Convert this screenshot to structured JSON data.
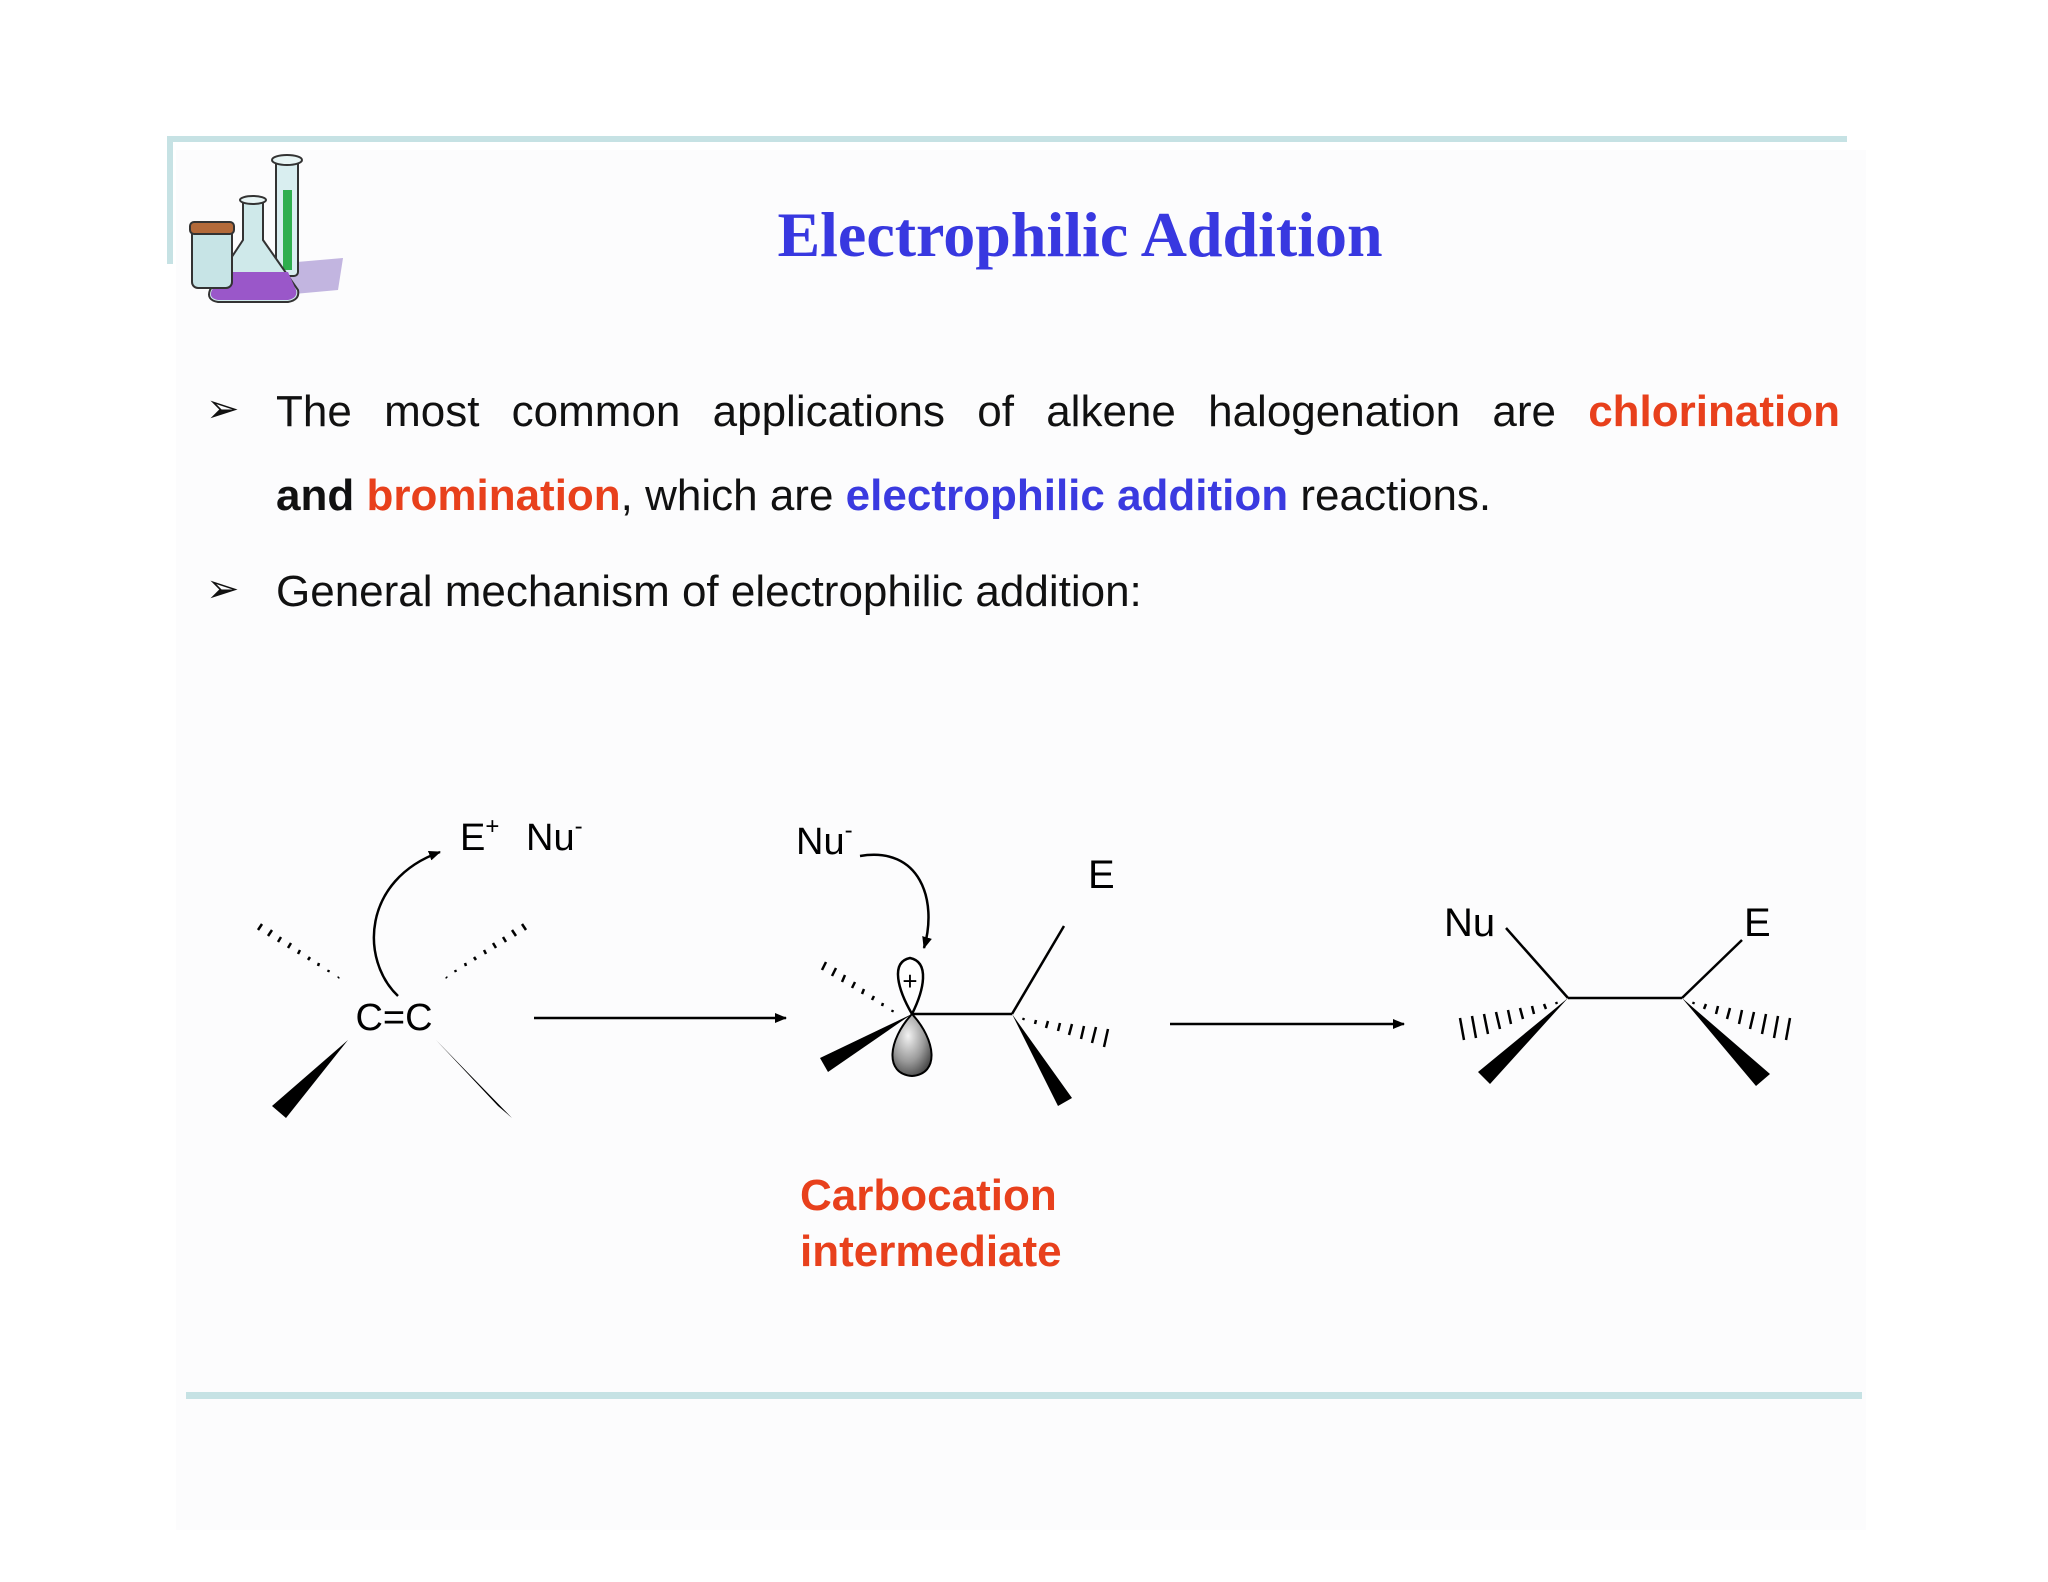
{
  "title": "Electrophilic Addition",
  "bullets": [
    {
      "line1": "The most common applications of alkene halogenation are",
      "line1_highlight": "chlorination",
      "line2_and": "and",
      "line2_bromination": "bromination",
      "line2_mid": ", which are",
      "line2_ea": "electrophilic addition",
      "line2_end": " reactions."
    },
    {
      "text": "General mechanism of electrophilic addition:"
    }
  ],
  "bullet_symbol": "➢",
  "mechanism": {
    "reactant_label": "C=C",
    "reagent_e": "E",
    "reagent_e_charge": "+",
    "reagent_nu": "Nu",
    "reagent_nu_charge": "-",
    "intermediate_nu": "Nu",
    "intermediate_nu_charge": "-",
    "intermediate_e": "E",
    "intermediate_charge": "+",
    "product_nu": "Nu",
    "product_e": "E"
  },
  "caption": {
    "line1": "Carbocation",
    "line2": "intermediate"
  },
  "colors": {
    "title": "#3838e0",
    "highlight_red": "#e8401c",
    "highlight_blue": "#3a3ae0",
    "rule": "#c6e2e4"
  }
}
